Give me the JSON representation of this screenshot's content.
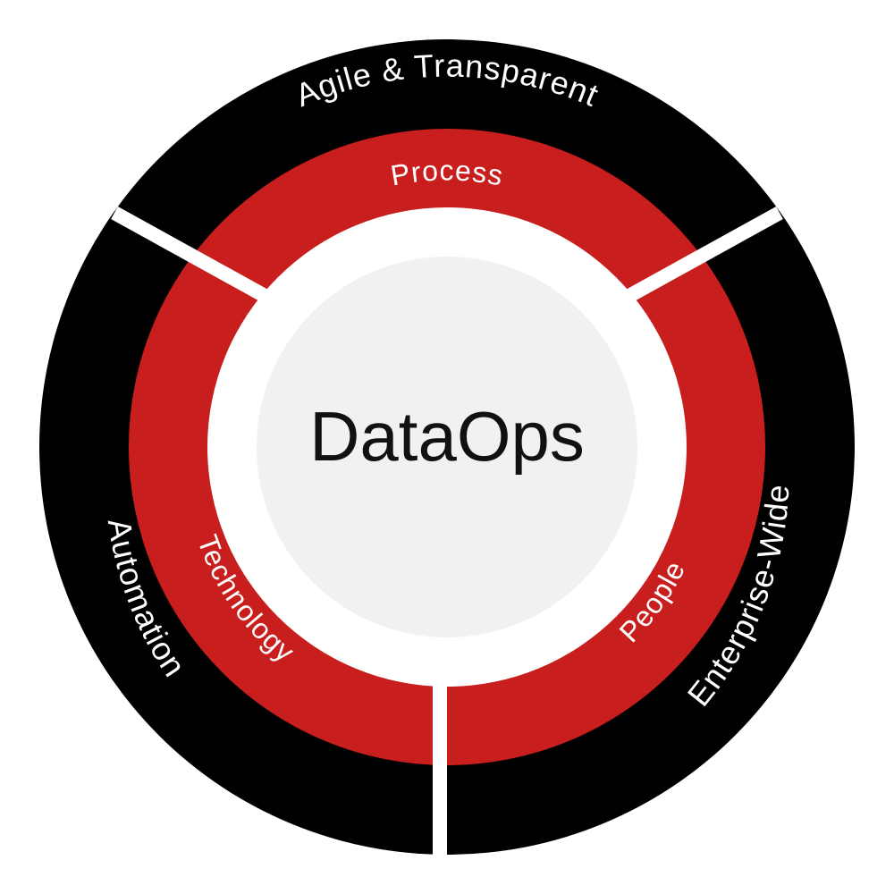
{
  "center": {
    "label": "DataOps"
  },
  "segments": [
    {
      "id": "process",
      "inner_label": "Process",
      "outer_label": "Agile & Transparent"
    },
    {
      "id": "people",
      "inner_label": "People",
      "outer_label": "Enterprise-Wide"
    },
    {
      "id": "technology",
      "inner_label": "Technology",
      "outer_label": "Automation"
    }
  ],
  "colors": {
    "outer_ring": "#000000",
    "inner_ring": "#c81e1e",
    "center_disc": "#f1f1f1",
    "separator": "#ffffff",
    "text_light": "#ffffff",
    "text_dark": "#111111"
  }
}
